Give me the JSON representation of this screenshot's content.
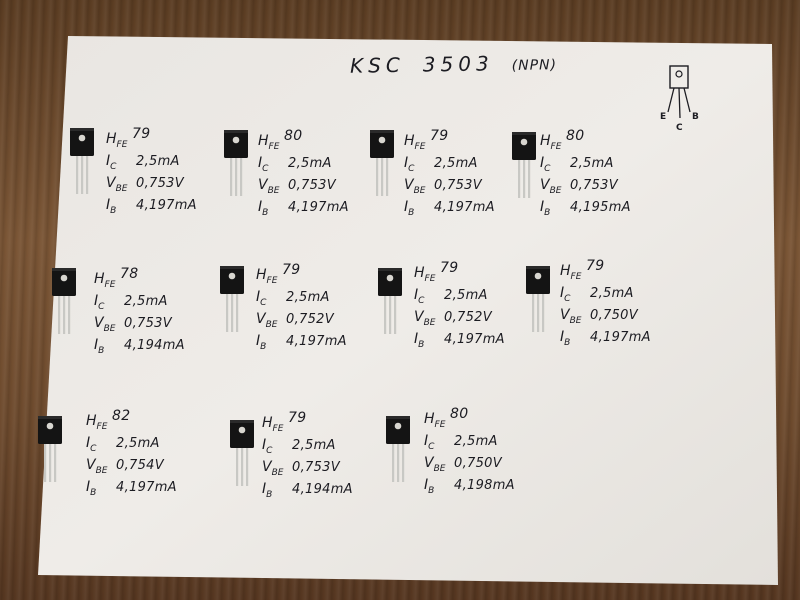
{
  "sheet": {
    "title_part": "KSC",
    "title_number": "3503",
    "title_type": "(NPN)",
    "pinout": {
      "left": "E",
      "center": "C",
      "right": "B"
    }
  },
  "labels": {
    "hfe": "H",
    "hfe_sub": "FE",
    "ic": "I",
    "ic_sub": "C",
    "vbe": "V",
    "vbe_sub": "BE",
    "ib": "I",
    "ib_sub": "B"
  },
  "samples": [
    {
      "hfe": "79",
      "ic": "2,5mA",
      "vbe": "0,753V",
      "ib": "4,197mA"
    },
    {
      "hfe": "80",
      "ic": "2,5mA",
      "vbe": "0,753V",
      "ib": "4,197mA"
    },
    {
      "hfe": "79",
      "ic": "2,5mA",
      "vbe": "0,753V",
      "ib": "4,197mA"
    },
    {
      "hfe": "80",
      "ic": "2,5mA",
      "vbe": "0,753V",
      "ib": "4,195mA"
    },
    {
      "hfe": "78",
      "ic": "2,5mA",
      "vbe": "0,753V",
      "ib": "4,194mA"
    },
    {
      "hfe": "79",
      "ic": "2,5mA",
      "vbe": "0,752V",
      "ib": "4,197mA"
    },
    {
      "hfe": "79",
      "ic": "2,5mA",
      "vbe": "0,752V",
      "ib": "4,197mA"
    },
    {
      "hfe": "79",
      "ic": "2,5mA",
      "vbe": "0,750V",
      "ib": "4,197mA"
    },
    {
      "hfe": "82",
      "ic": "2,5mA",
      "vbe": "0,754V",
      "ib": "4,197mA"
    },
    {
      "hfe": "79",
      "ic": "2,5mA",
      "vbe": "0,753V",
      "ib": "4,194mA"
    },
    {
      "hfe": "80",
      "ic": "2,5mA",
      "vbe": "0,750V",
      "ib": "4,198mA"
    }
  ],
  "colors": {
    "ink": "#1c1c22",
    "paper": "#ece9e4",
    "transistor_body": "#141414",
    "lead": "#c8c8c4"
  }
}
